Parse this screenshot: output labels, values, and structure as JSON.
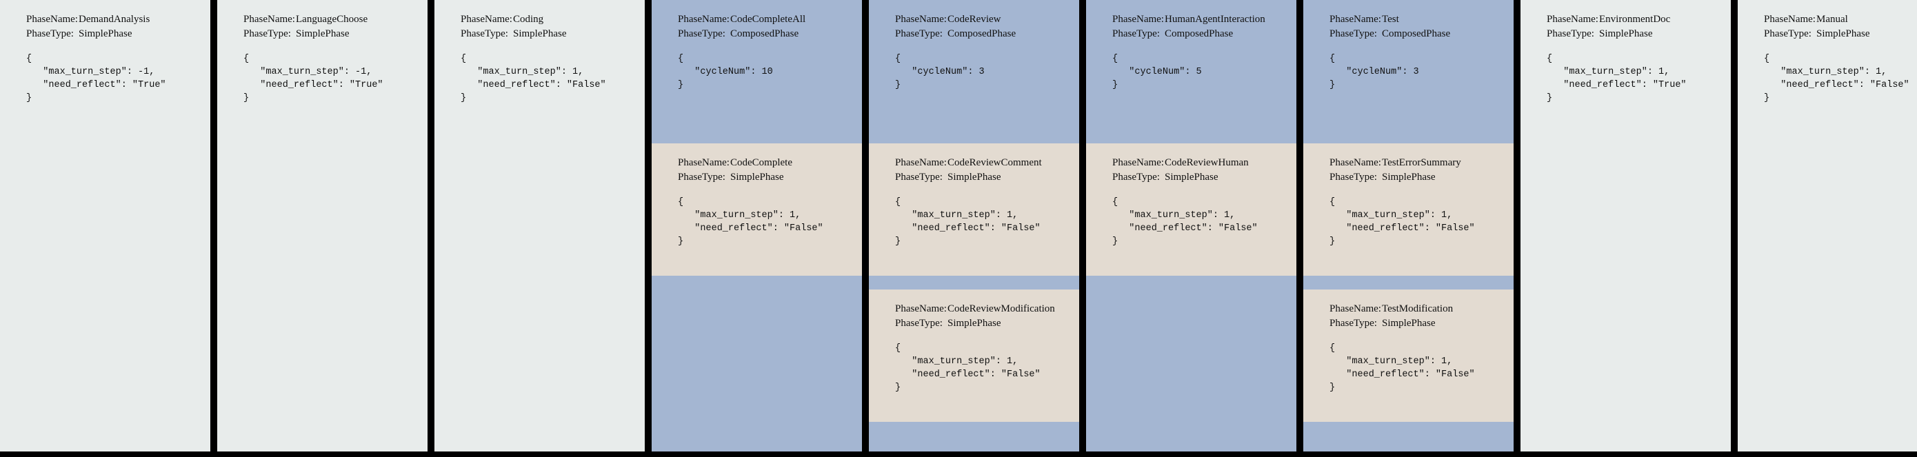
{
  "labels": {
    "phase_name": "PhaseName:",
    "phase_type": "PhaseType:"
  },
  "colors": {
    "background": "#000000",
    "simple_panel": "#e8eceb",
    "composed_panel": "#a4b6d2",
    "sub_panel": "#e3dbd1"
  },
  "columns": [
    {
      "kind": "simple",
      "head": {
        "name": "DemandAnalysis",
        "type": "SimplePhase",
        "json": "{\n   \"max_turn_step\": -1,\n   \"need_reflect\": \"True\"\n}"
      },
      "subs": []
    },
    {
      "kind": "simple",
      "head": {
        "name": "LanguageChoose",
        "type": "SimplePhase",
        "json": "{\n   \"max_turn_step\": -1,\n   \"need_reflect\": \"True\"\n}"
      },
      "subs": []
    },
    {
      "kind": "simple",
      "head": {
        "name": "Coding",
        "type": "SimplePhase",
        "json": "{\n   \"max_turn_step\": 1,\n   \"need_reflect\": \"False\"\n}"
      },
      "subs": []
    },
    {
      "kind": "composed",
      "head": {
        "name": "CodeCompleteAll",
        "type": "ComposedPhase",
        "json": "{\n   \"cycleNum\": 10\n}"
      },
      "subs": [
        {
          "name": "CodeComplete",
          "type": "SimplePhase",
          "json": "{\n   \"max_turn_step\": 1,\n   \"need_reflect\": \"False\"\n}"
        }
      ]
    },
    {
      "kind": "composed",
      "head": {
        "name": "CodeReview",
        "type": "ComposedPhase",
        "json": "{\n   \"cycleNum\": 3\n}"
      },
      "subs": [
        {
          "name": "CodeReviewComment",
          "type": "SimplePhase",
          "json": "{\n   \"max_turn_step\": 1,\n   \"need_reflect\": \"False\"\n}"
        },
        {
          "name": "CodeReviewModification",
          "type": "SimplePhase",
          "json": "{\n   \"max_turn_step\": 1,\n   \"need_reflect\": \"False\"\n}"
        }
      ]
    },
    {
      "kind": "composed",
      "head": {
        "name": "HumanAgentInteraction",
        "type": "ComposedPhase",
        "json": "{\n   \"cycleNum\": 5\n}"
      },
      "subs": [
        {
          "name": "CodeReviewHuman",
          "type": "SimplePhase",
          "json": "{\n   \"max_turn_step\": 1,\n   \"need_reflect\": \"False\"\n}"
        }
      ]
    },
    {
      "kind": "composed",
      "head": {
        "name": "Test",
        "type": "ComposedPhase",
        "json": "{\n   \"cycleNum\": 3\n}"
      },
      "subs": [
        {
          "name": "TestErrorSummary",
          "type": "SimplePhase",
          "json": "{\n   \"max_turn_step\": 1,\n   \"need_reflect\": \"False\"\n}"
        },
        {
          "name": "TestModification",
          "type": "SimplePhase",
          "json": "{\n   \"max_turn_step\": 1,\n   \"need_reflect\": \"False\"\n}"
        }
      ]
    },
    {
      "kind": "simple",
      "head": {
        "name": "EnvironmentDoc",
        "type": "SimplePhase",
        "json": "{\n   \"max_turn_step\": 1,\n   \"need_reflect\": \"True\"\n}"
      },
      "subs": []
    },
    {
      "kind": "simple",
      "head": {
        "name": "Manual",
        "type": "SimplePhase",
        "json": "{\n   \"max_turn_step\": 1,\n   \"need_reflect\": \"False\"\n}"
      },
      "subs": []
    }
  ]
}
